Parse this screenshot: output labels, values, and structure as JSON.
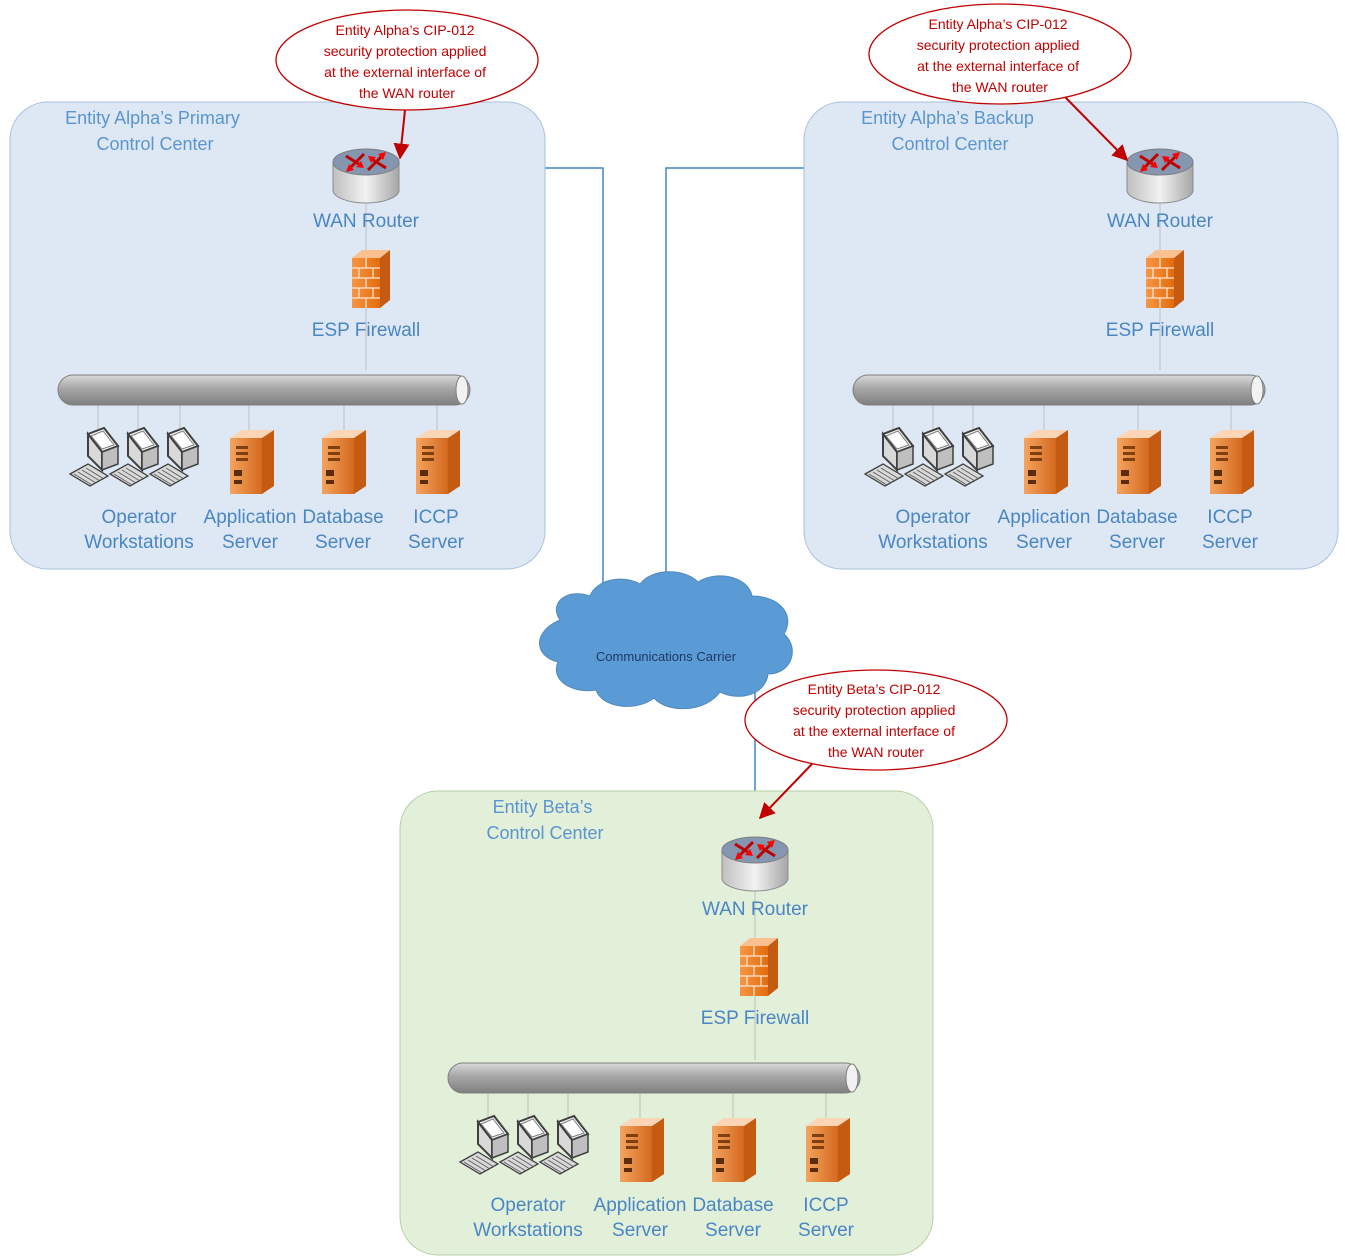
{
  "diagram": {
    "colors": {
      "alpha_fill": "#dde8f4",
      "beta_fill": "#e2efd9",
      "link": "#3f86c6",
      "callout_stroke": "#c00000",
      "cloud": "#5b9bd5",
      "server": "#e07a2e"
    },
    "primary": {
      "title_line1": "Entity Alpha’s Primary",
      "title_line2": "Control Center",
      "router": "WAN Router",
      "firewall": "ESP Firewall",
      "ws_l1": "Operator",
      "ws_l2": "Workstations",
      "app_l1": "Application",
      "app_l2": "Server",
      "db_l1": "Database",
      "db_l2": "Server",
      "iccp_l1": "ICCP",
      "iccp_l2": "Server"
    },
    "backup": {
      "title_line1": "Entity Alpha’s Backup",
      "title_line2": "Control Center",
      "router": "WAN Router",
      "firewall": "ESP Firewall",
      "ws_l1": "Operator",
      "ws_l2": "Workstations",
      "app_l1": "Application",
      "app_l2": "Server",
      "db_l1": "Database",
      "db_l2": "Server",
      "iccp_l1": "ICCP",
      "iccp_l2": "Server"
    },
    "beta": {
      "title_line1": "Entity Beta’s",
      "title_line2": "Control Center",
      "router": "WAN Router",
      "firewall": "ESP Firewall",
      "ws_l1": "Operator",
      "ws_l2": "Workstations",
      "app_l1": "Application",
      "app_l2": "Server",
      "db_l1": "Database",
      "db_l2": "Server",
      "iccp_l1": "ICCP",
      "iccp_l2": "Server"
    },
    "cloud_label": "Communications Carrier",
    "callout_primary": [
      "Entity Alpha’s CIP-012",
      "security protection applied",
      "at the external interface of",
      "the WAN router"
    ],
    "callout_backup": [
      "Entity Alpha’s CIP-012",
      "security protection applied",
      "at the external interface of",
      "the WAN router"
    ],
    "callout_beta": [
      "Entity Beta’s CIP-012",
      "security protection applied",
      "at the external interface of",
      "the WAN router"
    ]
  }
}
